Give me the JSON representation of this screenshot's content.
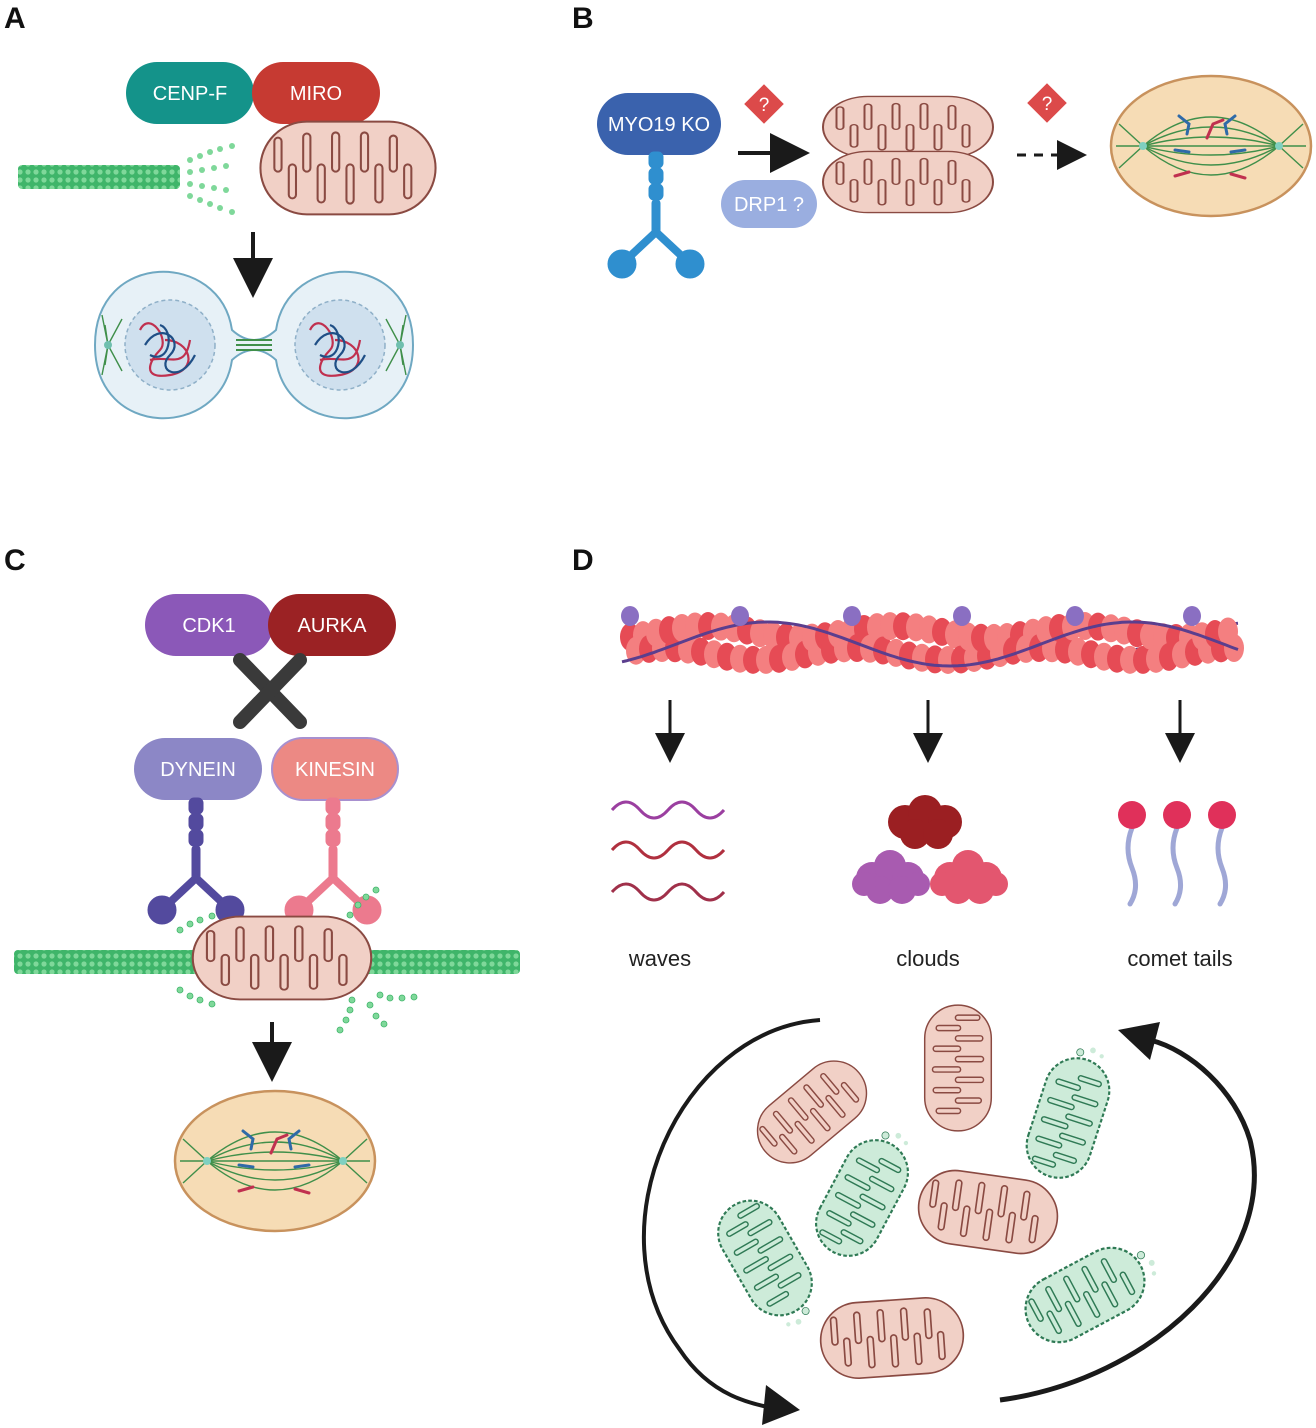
{
  "panels": {
    "a": {
      "letter": "A",
      "labels": {
        "cenpf": "CENP-F",
        "miro": "MIRO"
      }
    },
    "b": {
      "letter": "B",
      "labels": {
        "myo19": "MYO19 KO",
        "drp1": "DRP1 ?",
        "q1": "?",
        "q2": "?"
      }
    },
    "c": {
      "letter": "C",
      "labels": {
        "cdk1": "CDK1",
        "aurka": "AURKA",
        "dynein": "DYNEIN",
        "kinesin": "KINESIN"
      }
    },
    "d": {
      "letter": "D",
      "captions": {
        "waves": "waves",
        "clouds": "clouds",
        "comet": "comet tails"
      }
    }
  },
  "colors": {
    "cenpf": "#14938a",
    "miro": "#c63a32",
    "myo19": "#3a62ad",
    "drp1": "#9aaee0",
    "question": "#dc4a4a",
    "cdk1": "#8b58b8",
    "aurka": "#9b2224",
    "dynein": "#8c87c6",
    "kinesin": "#ec8984",
    "mito_fill": "#f1d0c6",
    "mito_stroke": "#8a4a42",
    "damaged_fill": "#cdebd9",
    "damaged_stroke": "#2f7a55",
    "microtubule": "#3fb56a",
    "cell_fill": "#f6dcb5",
    "cell_stroke": "#c8925d",
    "actin_red": "#e64b55",
    "actin_pink": "#f47f80",
    "tropomyosin": "#5b3e8e"
  }
}
